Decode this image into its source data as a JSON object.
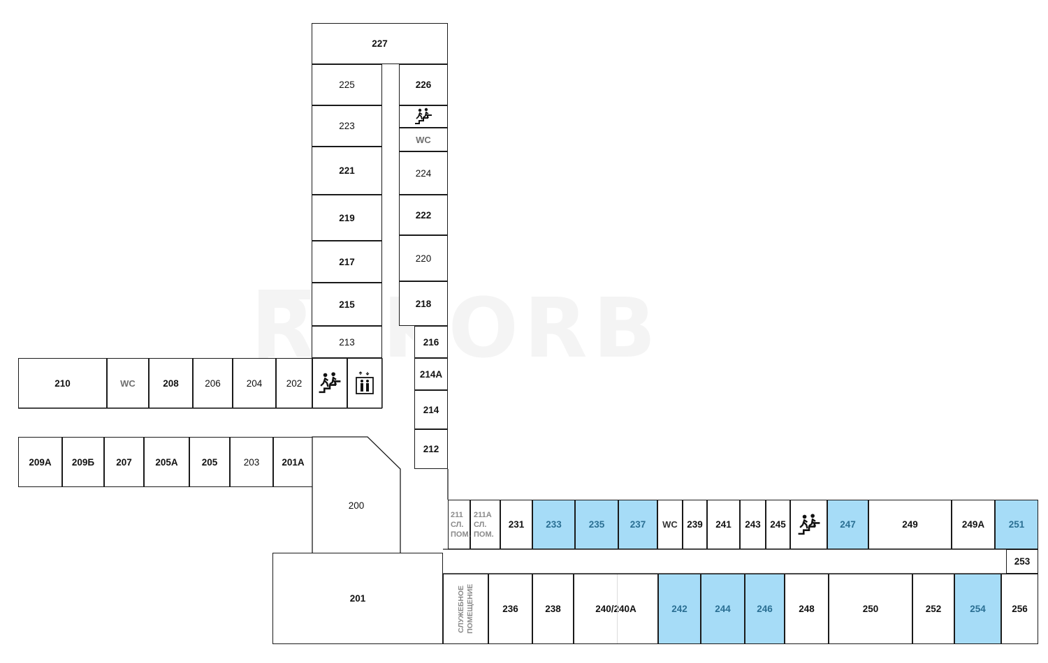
{
  "watermark": "REKORB",
  "colors": {
    "available": "#a6dcf7",
    "available_text": "#2a6f93",
    "border": "#1a1a1a"
  },
  "rooms": {
    "r227": "227",
    "r225": "225",
    "r226": "226",
    "r223": "223",
    "r221": "221",
    "r224": "224",
    "r219": "219",
    "r222": "222",
    "r217": "217",
    "r220": "220",
    "r215": "215",
    "r218": "218",
    "r213": "213",
    "r216": "216",
    "r214a": "214А",
    "r214": "214",
    "r212": "212",
    "r210": "210",
    "r208": "208",
    "r206": "206",
    "r204": "204",
    "r202": "202",
    "r209a": "209А",
    "r209b": "209Б",
    "r207": "207",
    "r205a": "205А",
    "r205": "205",
    "r203": "203",
    "r201a": "201А",
    "r200": "200",
    "r201": "201",
    "r231": "231",
    "r233": "233",
    "r235": "235",
    "r237": "237",
    "r239": "239",
    "r241": "241",
    "r243": "243",
    "r245": "245",
    "r247": "247",
    "r249": "249",
    "r249a": "249А",
    "r251": "251",
    "r253": "253",
    "r236": "236",
    "r238": "238",
    "r240": "240/240А",
    "r242": "242",
    "r244": "244",
    "r246": "246",
    "r248": "248",
    "r250": "250",
    "r252": "252",
    "r254": "254",
    "r256": "256"
  },
  "wc_label": "WC",
  "service_rooms": {
    "r211": "211 СЛ. ПОМ.",
    "r211a": "211А СЛ. ПОМ.",
    "service_room": "СЛУЖЕБНОЕ ПОМЕЩЕНИЕ"
  },
  "icons": {
    "stairs": "stairs-icon",
    "elevator": "elevator-icon"
  }
}
